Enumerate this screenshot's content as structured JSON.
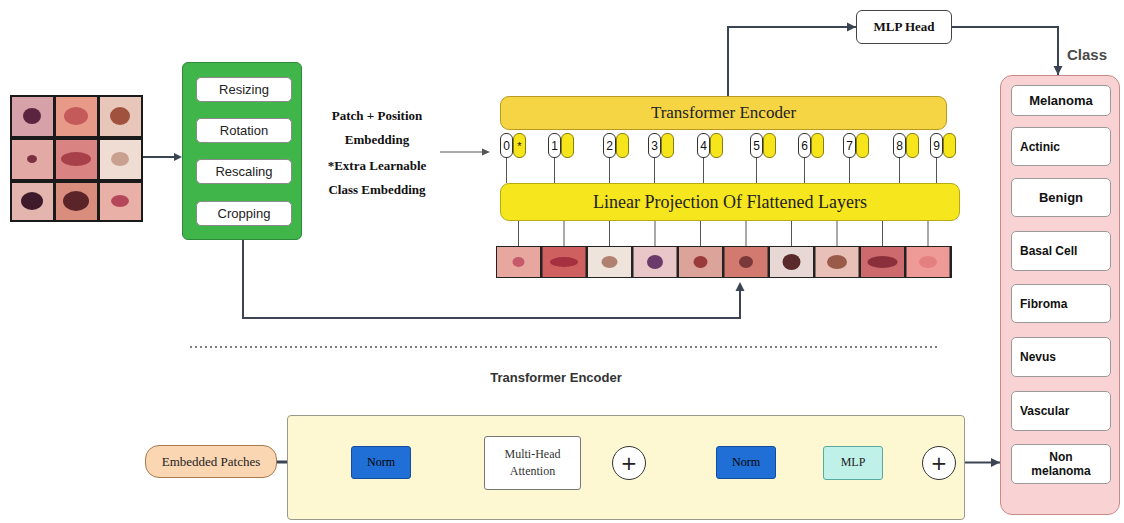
{
  "diagram": {
    "nodes": [
      {
        "text": []
      },
      {
        "text": [
          "Resizing"
        ],
        "in": 0
      },
      {
        "text": [
          "Rotation"
        ],
        "in": 0
      },
      {
        "text": [
          "Rescaling"
        ],
        "in": 0
      },
      {
        "text": [
          "Cropping"
        ],
        "in": 0
      },
      {
        "text": [
          "Transformer Encoder"
        ]
      },
      {
        "text": [
          "0",
          "*"
        ]
      },
      {
        "text": [
          "1"
        ]
      },
      {
        "text": [
          "2"
        ]
      },
      {
        "text": [
          "3"
        ]
      },
      {
        "text": [
          "4"
        ]
      },
      {
        "text": [
          "5"
        ]
      },
      {
        "text": [
          "6"
        ]
      },
      {
        "text": [
          "7"
        ]
      },
      {
        "text": [
          "8"
        ]
      },
      {
        "text": [
          "9"
        ]
      },
      {
        "text": [
          "Linear Projection Of Flattened Layers"
        ]
      },
      {
        "text": [
          "MLP Head"
        ]
      },
      {
        "text": [
          "Class"
        ]
      },
      {
        "text": [
          "Melanoma"
        ],
        "in": 18
      },
      {
        "text": [
          "Actinic"
        ],
        "in": 18
      },
      {
        "text": [
          "Benign"
        ],
        "in": 18
      },
      {
        "text": [
          "Basal Cell"
        ],
        "in": 18
      },
      {
        "text": [
          "Fibroma"
        ],
        "in": 18
      },
      {
        "text": [
          "Nevus"
        ],
        "in": 18
      },
      {
        "text": [
          "Vascular"
        ],
        "in": 18
      },
      {
        "text": [
          "Non melanoma"
        ],
        "in": 18
      },
      {
        "text": [
          "Embedded Patches"
        ]
      },
      {
        "text": [
          "Transformer Encoder"
        ]
      },
      {
        "text": [
          "Norm"
        ],
        "in": 28
      },
      {
        "text": [
          "Multi-Head Attention"
        ],
        "in": 28
      },
      {
        "text": [
          "+"
        ],
        "in": 28
      },
      {
        "text": [
          "Norm"
        ],
        "in": 28
      },
      {
        "text": [
          "MLP"
        ],
        "in": 28
      },
      {
        "text": [
          "+"
        ],
        "in": 28
      }
    ],
    "edges": [
      {
        "from": 5,
        "to": 17,
        "arrow": "to"
      },
      {
        "from": 17,
        "to": 18,
        "arrow": "to"
      },
      {
        "from": 16,
        "to": 6,
        "arrow": "none"
      },
      {
        "from": 16,
        "to": 7,
        "arrow": "none"
      },
      {
        "from": 16,
        "to": 8,
        "arrow": "none"
      },
      {
        "from": 16,
        "to": 9,
        "arrow": "none"
      },
      {
        "from": 16,
        "to": 10,
        "arrow": "none"
      },
      {
        "from": 16,
        "to": 11,
        "arrow": "none"
      },
      {
        "from": 16,
        "to": 12,
        "arrow": "none"
      },
      {
        "from": 16,
        "to": 13,
        "arrow": "none"
      },
      {
        "from": 16,
        "to": 14,
        "arrow": "none"
      },
      {
        "from": 16,
        "to": 15,
        "arrow": "none"
      },
      {
        "from": 27,
        "to": 29,
        "arrow": "to"
      },
      {
        "from": 29,
        "to": 30,
        "arrow": "to"
      },
      {
        "from": 30,
        "to": 31,
        "arrow": "to"
      },
      {
        "from": 31,
        "to": 32,
        "arrow": "to"
      },
      {
        "from": 32,
        "to": 33,
        "arrow": "to"
      },
      {
        "from": 33,
        "to": 34,
        "arrow": "to"
      },
      {
        "from": 27,
        "to": 31,
        "arrow": "to"
      },
      {
        "from": 31,
        "to": 34,
        "arrow": "to"
      },
      {
        "from": 34,
        "to": 18,
        "arrow": "to"
      }
    ],
    "labels": [
      "Patch + Position Embedding",
      "*Extra Learnable Class Embedding"
    ]
  }
}
